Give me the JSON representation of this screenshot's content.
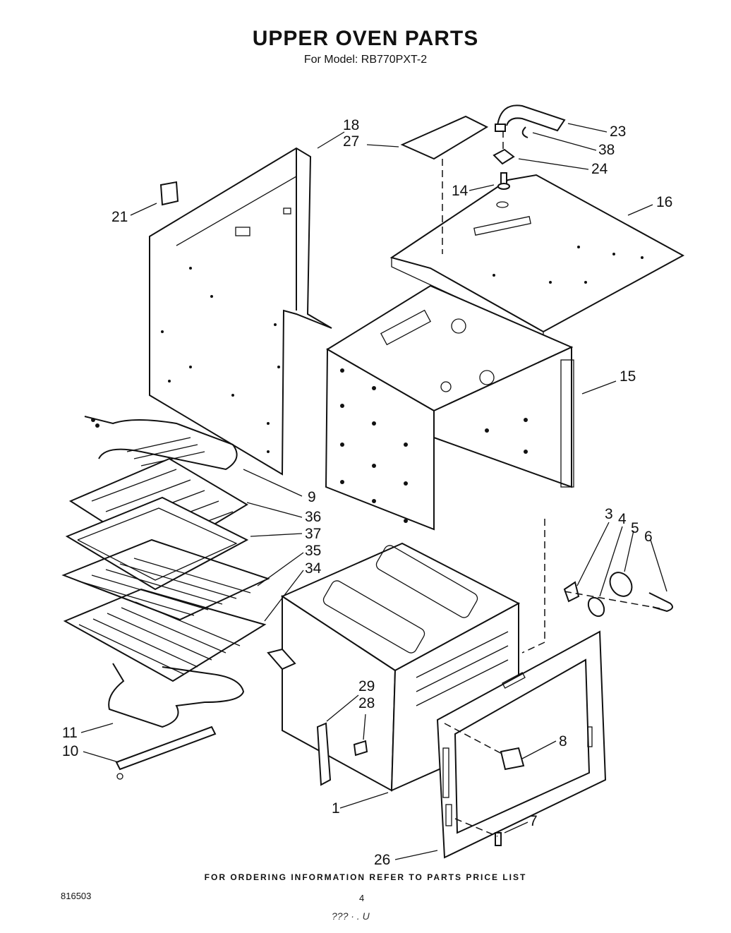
{
  "header": {
    "title": "UPPER OVEN PARTS",
    "model": "For Model: RB770PXT-2"
  },
  "callouts": [
    "18",
    "27",
    "23",
    "38",
    "24",
    "14",
    "16",
    "21",
    "15",
    "9",
    "36",
    "37",
    "35",
    "34",
    "3",
    "4",
    "5",
    "6",
    "29",
    "28",
    "8",
    "11",
    "10",
    "1",
    "7",
    "26"
  ],
  "footer": {
    "ordering_note": "FOR ORDERING INFORMATION REFER TO PARTS PRICE LIST",
    "document_number": "816503",
    "page_number": "4",
    "handwritten": "??? ·  . U"
  }
}
